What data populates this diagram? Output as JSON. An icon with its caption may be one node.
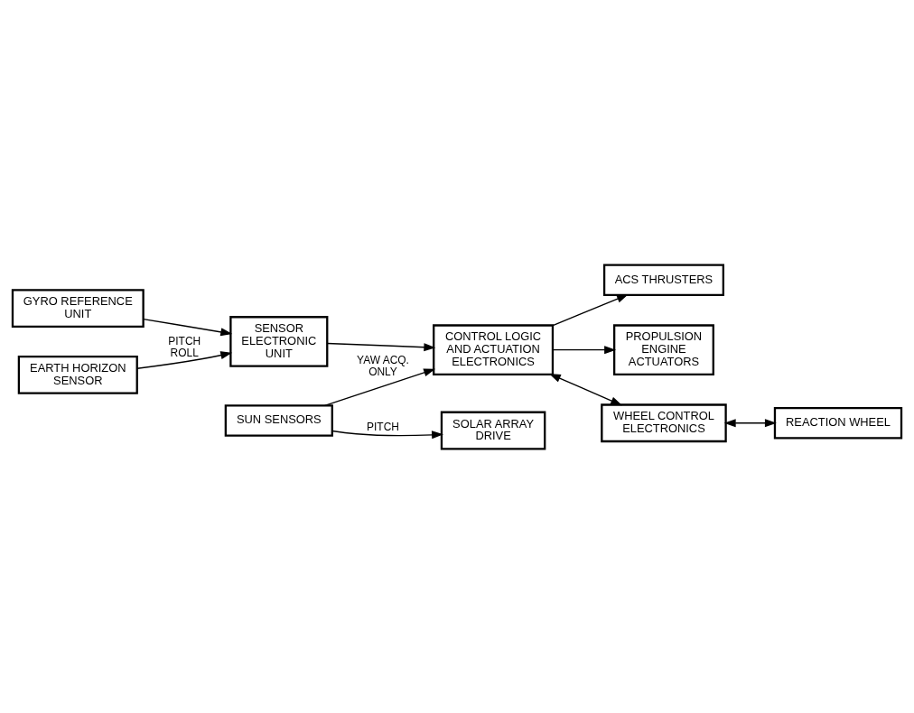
{
  "diagram": {
    "nodes": [
      {
        "text": [
          "GYRO REFERENCE UNIT"
        ]
      },
      {
        "text": [
          "SENSOR ELECTRONIC UNIT"
        ]
      },
      {
        "text": [
          "CONTROL LOGIC AND ACTUATION ELECTRONICS"
        ]
      },
      {
        "text": [
          "ACS THRUSTERS"
        ]
      },
      {
        "text": [
          "PROPULSION ENGINE ACTUATORS"
        ]
      },
      {
        "text": [
          "EARTH HORIZON SENSOR"
        ]
      },
      {
        "text": [
          "WHEEL CONTROL ELECTRONICS"
        ]
      },
      {
        "text": [
          "REACTION WHEEL"
        ]
      },
      {
        "text": [
          "SUN SENSORS"
        ]
      },
      {
        "text": [
          "SOLAR ARRAY DRIVE"
        ]
      }
    ],
    "edges": [
      {
        "from": 0,
        "to": 1,
        "arrow": "to"
      },
      {
        "from": 5,
        "to": 1,
        "arrow": "to",
        "label": "PITCH ROLL"
      },
      {
        "from": 1,
        "to": 2,
        "arrow": "to"
      },
      {
        "from": 2,
        "to": 3,
        "arrow": "to"
      },
      {
        "from": 2,
        "to": 4,
        "arrow": "to"
      },
      {
        "from": 8,
        "to": 2,
        "arrow": "to",
        "label": "YAW ACQ. ONLY"
      },
      {
        "from": 2,
        "to": 6,
        "arrow": "both"
      },
      {
        "from": 6,
        "to": 7,
        "arrow": "both"
      },
      {
        "from": 8,
        "to": 9,
        "arrow": "to",
        "label": "PITCH"
      }
    ]
  }
}
